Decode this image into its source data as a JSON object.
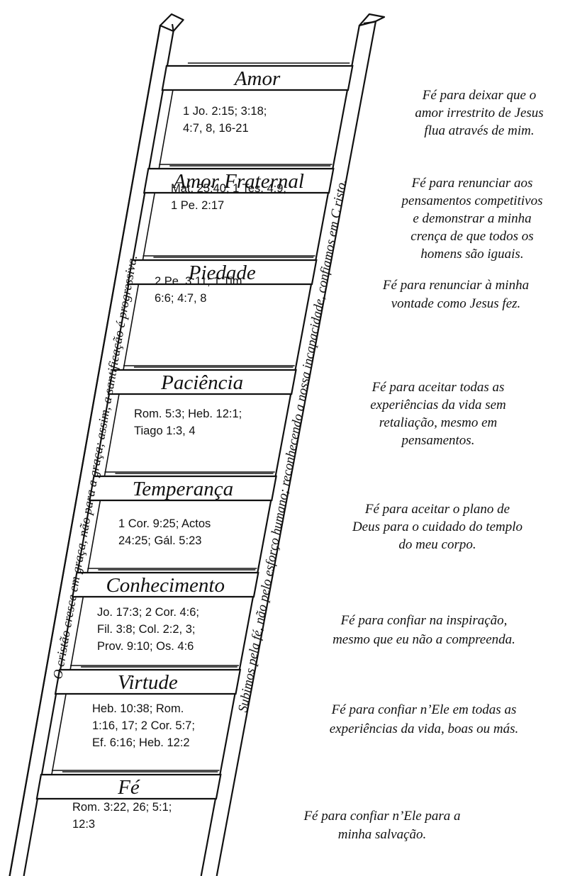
{
  "diagram": {
    "rungs": [
      {
        "title": "Amor",
        "references": [
          "1 Jo. 2:15; 3:18;",
          "4:7, 8, 16-21"
        ],
        "faith": [
          "Fé para deixar que o",
          "amor irrestrito de Jesus",
          "flua através de mim."
        ]
      },
      {
        "title": "Amor Fraternal",
        "references": [
          "Mat. 25:40; 1 Tes. 4:9;",
          "1 Pe. 2:17"
        ],
        "faith": [
          "Fé para renunciar aos",
          "pensamentos competitivos",
          "e demonstrar a minha",
          "crença de que todos os",
          "homens são iguais."
        ]
      },
      {
        "title": "Piedade",
        "references": [
          "2 Pe. 3:11; 1 Tim.",
          "6:6; 4:7, 8"
        ],
        "faith": [
          "Fé para renunciar à minha",
          "vontade como Jesus fez."
        ]
      },
      {
        "title": "Paciência",
        "references": [
          "Rom. 5:3; Heb. 12:1;",
          "Tiago 1:3, 4"
        ],
        "faith": [
          "Fé para aceitar todas as",
          "experiências da vida sem",
          "retaliação, mesmo em",
          "pensamentos."
        ]
      },
      {
        "title": "Temperança",
        "references": [
          "1 Cor. 9:25; Actos",
          "24:25; Gál. 5:23"
        ],
        "faith": [
          "Fé para aceitar o plano de",
          "Deus para o cuidado do templo",
          "do meu corpo."
        ]
      },
      {
        "title": "Conhecimento",
        "references": [
          "Jo. 17:3; 2 Cor. 4:6;",
          "Fil. 3:8; Col. 2:2, 3;",
          "Prov. 9:10; Os. 4:6"
        ],
        "faith": [
          "Fé para confiar na inspiração,",
          "mesmo que eu não a compreenda."
        ]
      },
      {
        "title": "Virtude",
        "references": [
          "Heb. 10:38; Rom.",
          "1:16, 17; 2 Cor. 5:7;",
          "Ef. 6:16; Heb. 12:2"
        ],
        "faith": [
          "Fé para confiar n’Ele em todas as",
          "experiências da vida, boas ou más."
        ]
      },
      {
        "title": "Fé",
        "references": [
          "Rom. 3:22, 26; 5:1;",
          "12:3"
        ],
        "faith": [
          "Fé para confiar n’Ele para a",
          "minha salvação."
        ]
      }
    ],
    "left_rail_text": "O cristão cresce em graça, não para a graça; assim, a santificação é progressiva.",
    "right_rail_text": "Subimos pela fé, não pelo esforço humano; reconhecendo a nossa incapacidade, confiamos em C risto."
  }
}
